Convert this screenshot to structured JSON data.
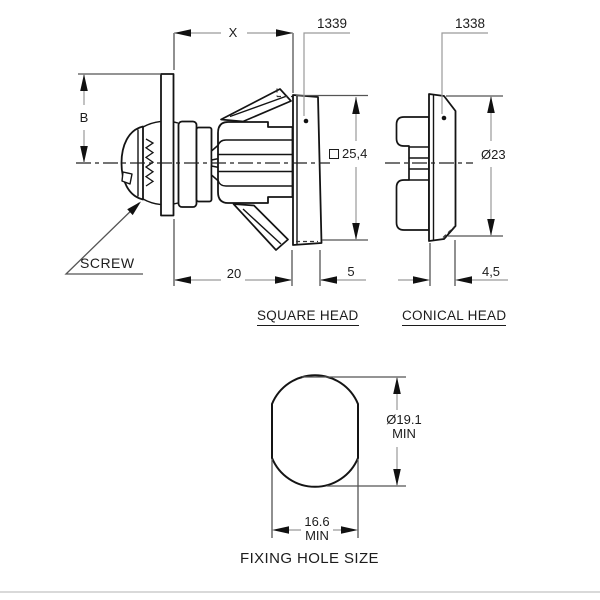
{
  "labels": {
    "screw": "SCREW",
    "square_head": "SQUARE HEAD",
    "conical_head": "CONICAL HEAD",
    "fixing_hole_size": "FIXING HOLE SIZE"
  },
  "part_numbers": {
    "square_head": "1339",
    "conical_head": "1338"
  },
  "dimensions": {
    "grip_x": "X",
    "cam_b": "B",
    "body_length": "20",
    "square_head_thickness": "5",
    "conical_head_thickness": "4,5",
    "square_head_size": "25,4",
    "conical_head_diameter": "Ø23",
    "hole_diameter": "Ø19.1",
    "hole_width": "16.6",
    "min_suffix": "MIN"
  },
  "colors": {
    "background": "#ffffff",
    "drawing_line": "#141414",
    "dimension_line": "#9a9a9a",
    "extension_line": "#555555",
    "text": "#1c1c1c"
  }
}
